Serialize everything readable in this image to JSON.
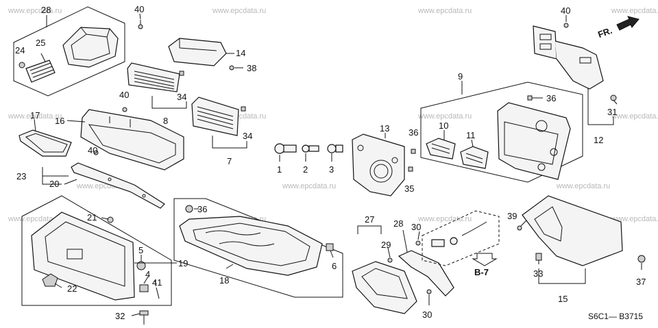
{
  "watermark": "www.epcdata.ru",
  "diagram_code": "S6C1— B3715",
  "front_label": "FR.",
  "reference": "B-7",
  "parts": {
    "p1": "1",
    "p2": "2",
    "p3": "3",
    "p4": "4",
    "p5": "5",
    "p6": "6",
    "p7": "7",
    "p8": "8",
    "p9": "9",
    "p10": "10",
    "p11": "11",
    "p12": "12",
    "p13": "13",
    "p14": "14",
    "p15": "15",
    "p16": "16",
    "p17": "17",
    "p18": "18",
    "p19": "19",
    "p20": "20",
    "p21": "21",
    "p22": "22",
    "p23": "23",
    "p24": "24",
    "p25": "25",
    "p27": "27",
    "p28": "28",
    "p28b": "28",
    "p29": "29",
    "p30a": "30",
    "p30b": "30",
    "p31": "31",
    "p32": "32",
    "p33": "33",
    "p34a": "34",
    "p34b": "34",
    "p35": "35",
    "p36a": "36",
    "p36b": "36",
    "p36c": "36",
    "p37": "37",
    "p38": "38",
    "p39": "39",
    "p40a": "40",
    "p40b": "40",
    "p40c": "40",
    "p40d": "40",
    "p41": "41"
  }
}
